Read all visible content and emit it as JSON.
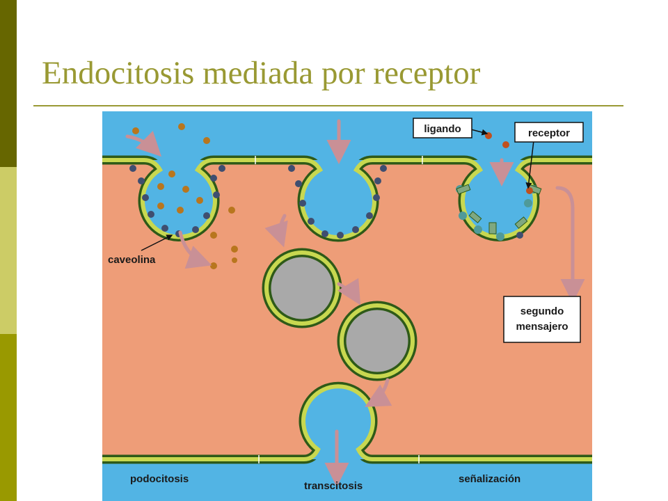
{
  "slide": {
    "title": "Endocitosis mediada por receptor",
    "colors": {
      "title": "#999933",
      "sidebar_dark": "#666600",
      "sidebar_light": "#cccc66",
      "sidebar_mid": "#999900"
    }
  },
  "diagram": {
    "colors": {
      "extracellular": "#52b4e4",
      "cytoplasm": "#ee9d78",
      "membrane_outer": "#2e5a18",
      "membrane_fill": "#c8d850",
      "vesicle_content": "#a9a9a9",
      "ligand": "#b8761e",
      "arrow": "#c99096",
      "caveolin": "#3f4e70",
      "receptor": "#7fa880"
    },
    "labels": {
      "ligando": "ligando",
      "receptor": "receptor",
      "caveolina": "caveolina",
      "segundo_mensajero_1": "segundo",
      "segundo_mensajero_2": "mensajero",
      "podocitosis": "podocitosis",
      "transcitosis": "transcitosis",
      "senalizacion": "señalización"
    }
  }
}
